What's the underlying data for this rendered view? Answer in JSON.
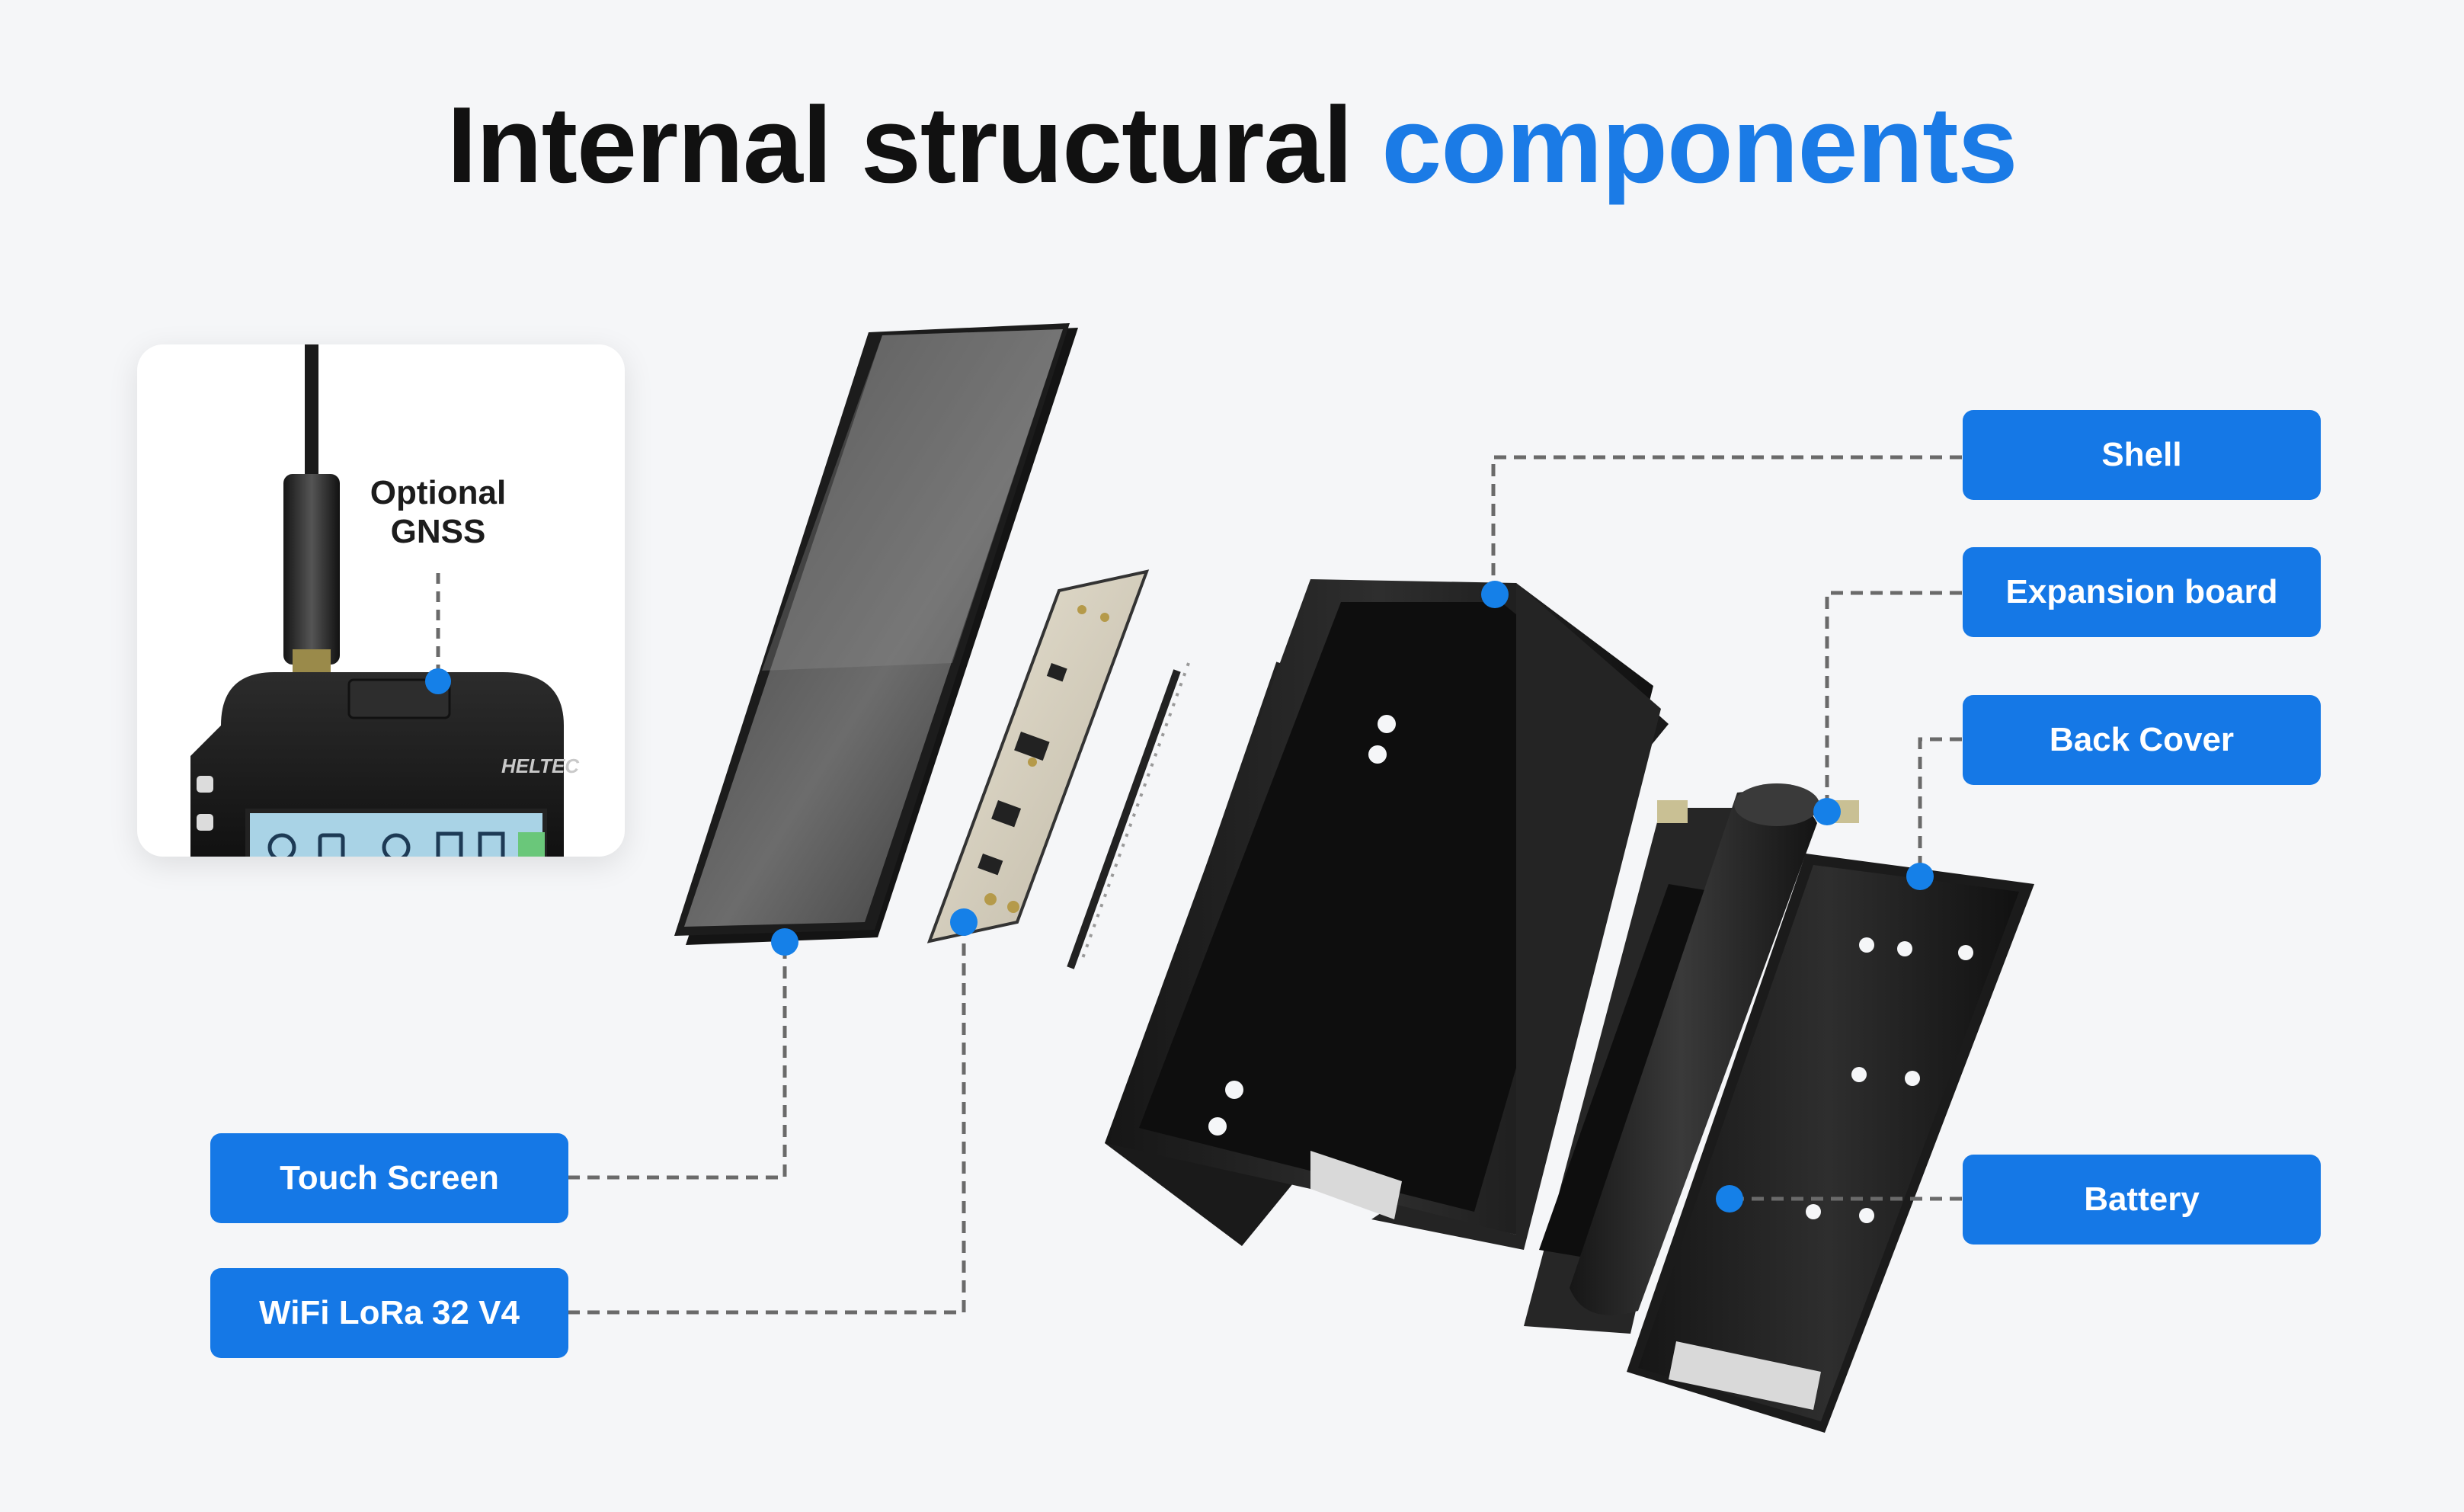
{
  "title": {
    "main": "Internal structural",
    "accent": "components"
  },
  "colors": {
    "accent": "#1b7be6",
    "label_bg": "#1578e6",
    "dot": "#1580e8",
    "leader": "#6a6a6a"
  },
  "inset": {
    "label": "Optional\nGNSS",
    "brand": "HELTEC"
  },
  "labels": {
    "shell": "Shell",
    "expansion_board": "Expansion board",
    "back_cover": "Back Cover",
    "battery": "Battery",
    "touch_screen": "Touch Screen",
    "wifi_lora": "WiFi LoRa 32 V4"
  }
}
